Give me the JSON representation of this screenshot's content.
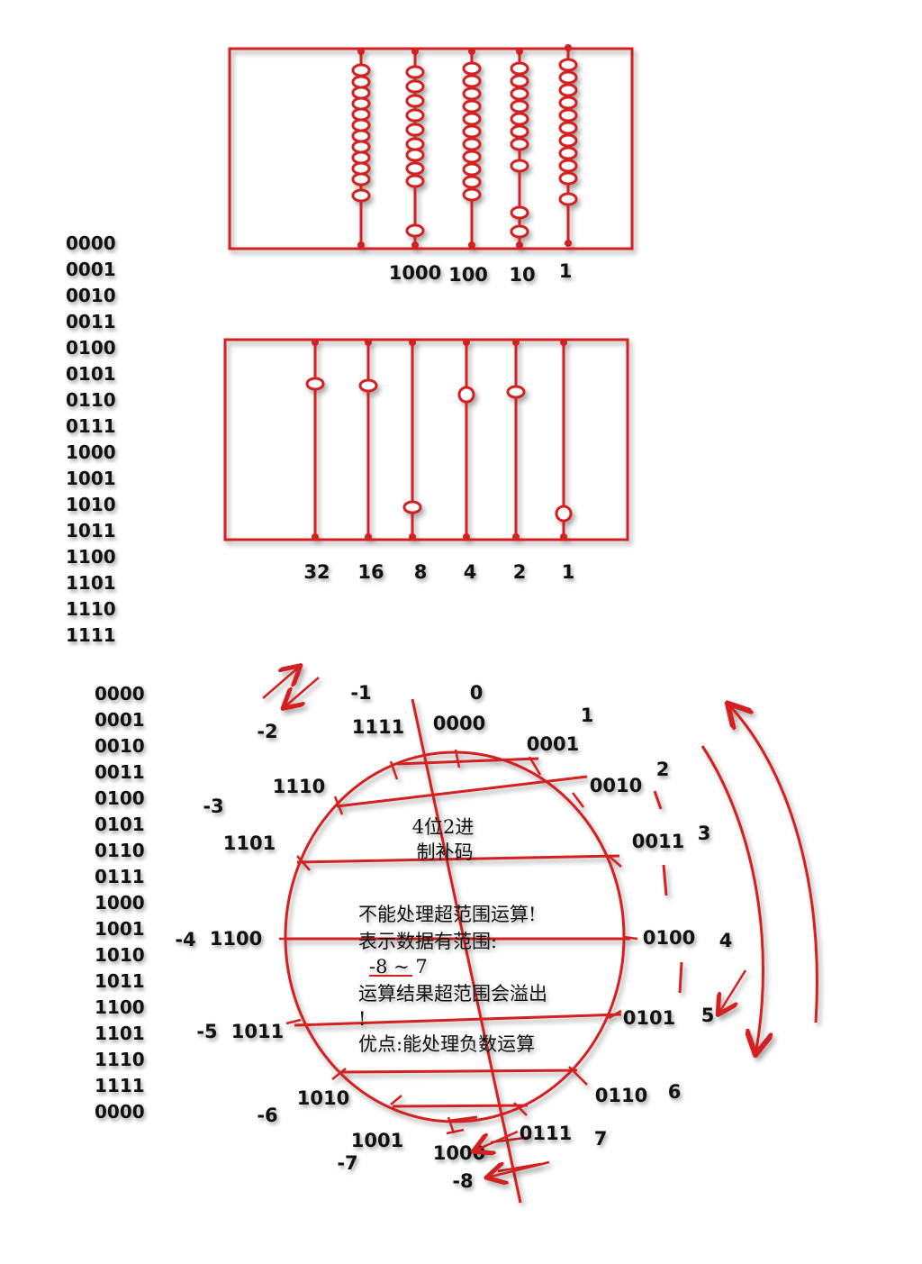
{
  "abacus_decimal": {
    "place_labels": [
      "1000",
      "100",
      "10",
      "1"
    ]
  },
  "abacus_binary": {
    "place_labels": [
      "32",
      "16",
      "8",
      "4",
      "2",
      "1"
    ]
  },
  "binary_list_left": [
    "0000",
    "0001",
    "0010",
    "0011",
    "0100",
    "0101",
    "0110",
    "0111",
    "1000",
    "1001",
    "1010",
    "1011",
    "1100",
    "1101",
    "1110",
    "1111"
  ],
  "binary_list_lower": [
    "0000",
    "0001",
    "0010",
    "0011",
    "0100",
    "0101",
    "0110",
    "0111",
    "1000",
    "1001",
    "1010",
    "1011",
    "1100",
    "1101",
    "1110",
    "1111",
    "0000"
  ],
  "circle": {
    "center_title_line1": "4位2进",
    "center_title_line2": "制补码",
    "note_line1": "不能处理超范围运算!",
    "note_line2": "表示数据有范围:",
    "note_range": "-8 ~ 7",
    "note_line3": "运算结果超范围会溢出",
    "note_line4": "!",
    "note_line5": "优点:能处理负数运算",
    "codes": [
      "0000",
      "0001",
      "0010",
      "0011",
      "0100",
      "0101",
      "0110",
      "0111",
      "1000",
      "1001",
      "1010",
      "1011",
      "1100",
      "1101",
      "1110",
      "1111"
    ],
    "values": [
      "0",
      "1",
      "2",
      "3",
      "4",
      "5",
      "6",
      "7",
      "-8",
      "-7",
      "-6",
      "-5",
      "-4",
      "-3",
      "-2",
      "-1"
    ]
  },
  "colors": {
    "ink": "#d42020",
    "text": "#111111"
  }
}
